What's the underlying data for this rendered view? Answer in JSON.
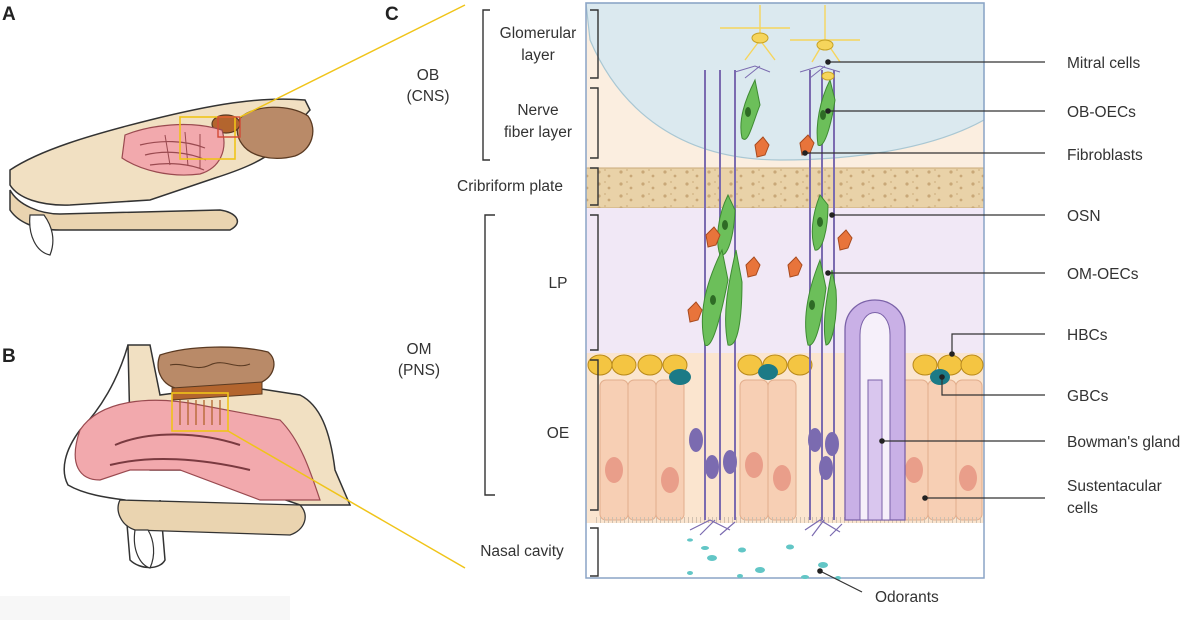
{
  "panels": {
    "a": "A",
    "b": "B",
    "c": "C"
  },
  "left_labels": {
    "glomerular": [
      "Glomerular",
      "layer"
    ],
    "ob": [
      "OB",
      "(CNS)"
    ],
    "nerve_fiber": [
      "Nerve",
      "fiber layer"
    ],
    "cribriform": "Cribriform plate",
    "lp": "LP",
    "om": [
      "OM",
      "(PNS)"
    ],
    "oe": "OE",
    "nasal_cavity": "Nasal cavity"
  },
  "right_labels": {
    "mitral": "Mitral cells",
    "ob_oecs": "OB-OECs",
    "fibroblasts": "Fibroblasts",
    "osn": "OSN",
    "om_oecs": "OM-OECs",
    "hbcs": "HBCs",
    "gbcs": "GBCs",
    "bowmans": "Bowman's gland",
    "sustentacular": [
      "Sustentacular",
      "cells"
    ],
    "odorants": "Odorants"
  },
  "colors": {
    "zoom_line": "#f0c419",
    "bone": "#eed9b5",
    "mucosa": "#f2a9ad",
    "brain": "#b98a68",
    "osn_green": "#6cbf5a",
    "fibroblast": "#e8743b",
    "mitral": "#f6d55c",
    "neuron_purple": "#7b6bb0",
    "gland": "#b89bd8",
    "hbc": "#f4c542",
    "gbc": "#1c7a86",
    "odorant": "#62c6c6"
  }
}
